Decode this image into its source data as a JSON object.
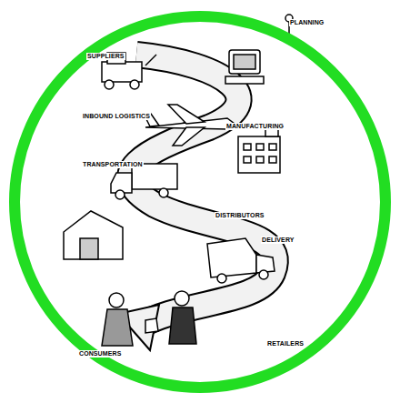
{
  "diagram": {
    "labels": [
      "SUPPLIERS",
      "PLANNING",
      "INBOUND LOGISTICS",
      "MANUFACTURING",
      "TRANSPORTATION",
      "DISTRIBUTORS",
      "DELIVERY",
      "RETAILERS",
      "CONSUMERS"
    ]
  }
}
